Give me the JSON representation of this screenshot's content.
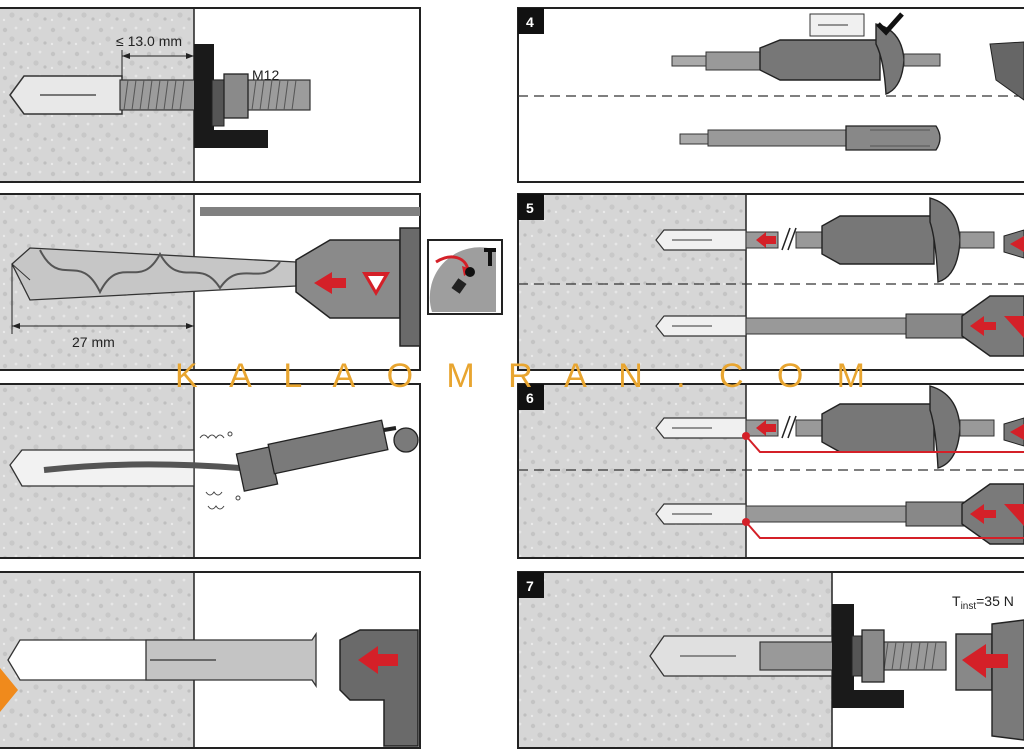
{
  "panels": {
    "p1": {
      "dim_label": "≤ 13.0 mm",
      "bolt_label": "M12"
    },
    "p2": {
      "depth_label": "27 mm"
    },
    "p4": {
      "step": "4"
    },
    "p5": {
      "step": "5"
    },
    "p6": {
      "step": "6"
    },
    "p7": {
      "step": "7",
      "torque_main": "T",
      "torque_sub": "inst",
      "torque_value": "=35 N"
    }
  },
  "watermark": "K A L A O M R A N . C O M",
  "colors": {
    "concrete": "#d4d4d4",
    "steel": "#8a8a8a",
    "tool": "#707070",
    "accent_red": "#d42028",
    "watermark": "#e8a530"
  }
}
